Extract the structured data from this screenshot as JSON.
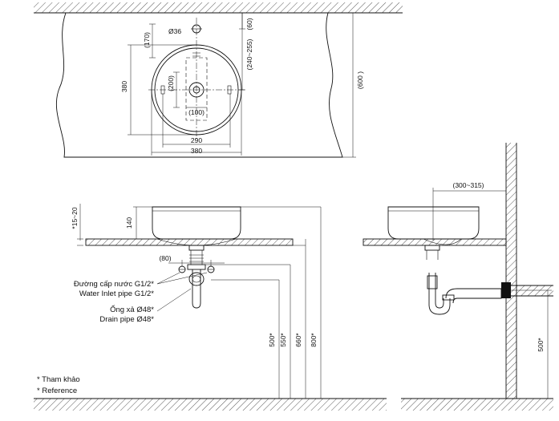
{
  "top_view": {
    "dim_overflow_hole": "Ø36",
    "dim_170": "(170)",
    "dim_60": "(60)",
    "dim_240_255": "(240~255)",
    "dim_600": "(600 )",
    "dim_380_left": "380",
    "dim_200": "(200)",
    "dim_100": "(100)",
    "dim_290": "290",
    "dim_380_bottom": "380"
  },
  "front_view": {
    "dim_15_20": "*15~20",
    "dim_140": "140",
    "dim_80": "(80)",
    "dim_500": "500*",
    "dim_550": "550*",
    "dim_660": "660*",
    "dim_800": "800*",
    "water_inlet_vi": "Đường cấp nước G1/2*",
    "water_inlet_en": "Water Inlet pipe G1/2*",
    "drain_vi": "Ống xả Ø48*",
    "drain_en": "Drain pipe Ø48*"
  },
  "side_view": {
    "dim_300_315": "(300~315)",
    "dim_500": "500*"
  },
  "notes": {
    "reference_vi": "* Tham khảo",
    "reference_en": "* Reference"
  }
}
